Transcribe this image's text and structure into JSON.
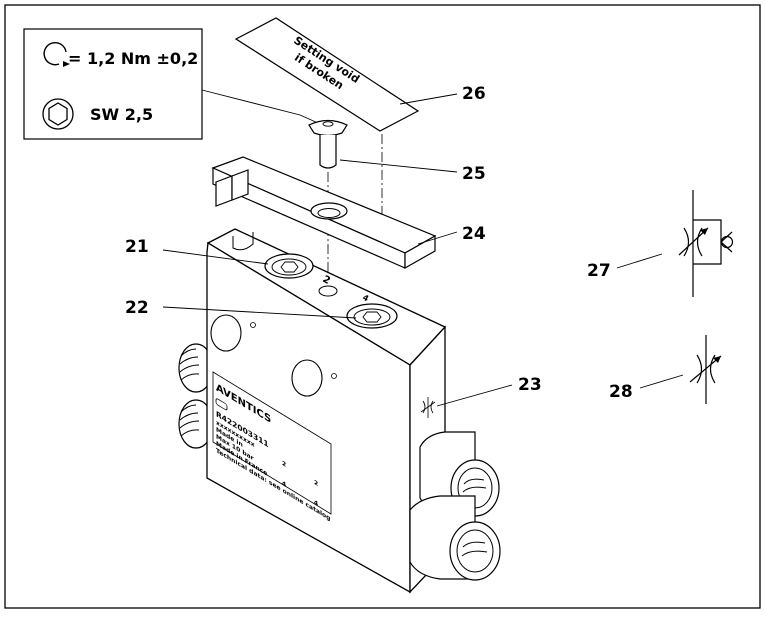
{
  "spec_box": {
    "torque": "= 1,2 Nm ±0,2",
    "wrench": "SW 2,5"
  },
  "seal_label": {
    "line1": "Setting void",
    "line2": "if broken"
  },
  "nameplate": {
    "brand": "AVENTICS",
    "part_number": "R422003311",
    "line_a": "xxxxxxxxxx",
    "line_b": "Made in",
    "line_c": "Max 10 bar",
    "line_d": "Made in France",
    "line_e": "Technical data: see online catalog",
    "port_2": "2",
    "port_4": "4"
  },
  "port_marks": {
    "port_a": "2",
    "port_b": "4"
  },
  "callouts": [
    "21",
    "22",
    "23",
    "24",
    "25",
    "26",
    "27",
    "28"
  ]
}
